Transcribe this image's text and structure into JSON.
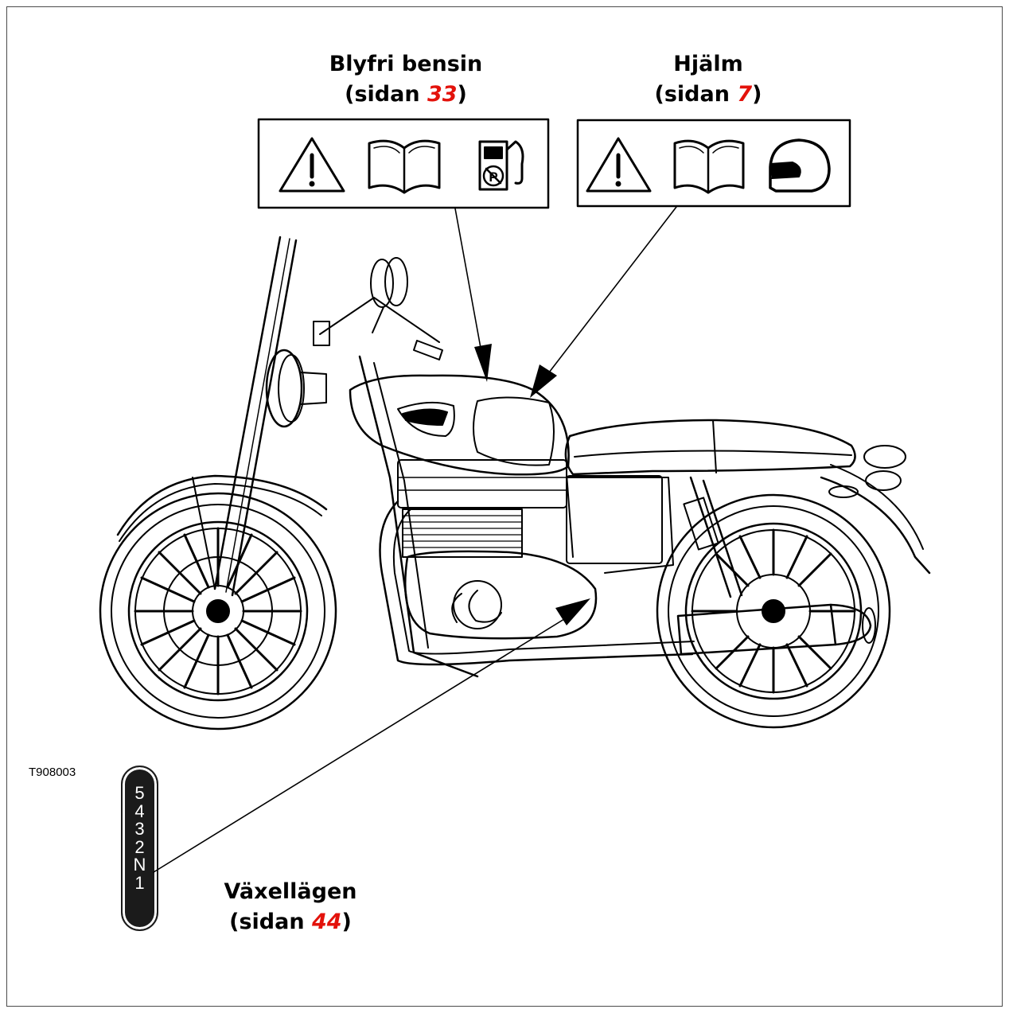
{
  "labels": {
    "fuel": {
      "title": "Blyfri bensin",
      "prefix": "(sidan ",
      "page": "33",
      "suffix": ")"
    },
    "helmet": {
      "title": "Hjälm",
      "prefix": "(sidan ",
      "page": "7",
      "suffix": ")"
    },
    "gear": {
      "title": "Växellägen",
      "prefix": "(sidan ",
      "page": "44",
      "suffix": ")"
    }
  },
  "figure_code": "T908003",
  "gear_pattern": [
    "5",
    "4",
    "3",
    "2",
    "N",
    "1"
  ],
  "icons": {
    "fuel_panel": [
      "warning-triangle-icon",
      "manual-book-icon",
      "unleaded-fuel-pump-icon"
    ],
    "helmet_panel": [
      "warning-triangle-icon",
      "manual-book-icon",
      "helmet-icon"
    ]
  },
  "colors": {
    "page_reference": "#e3120b",
    "line": "#000000"
  }
}
